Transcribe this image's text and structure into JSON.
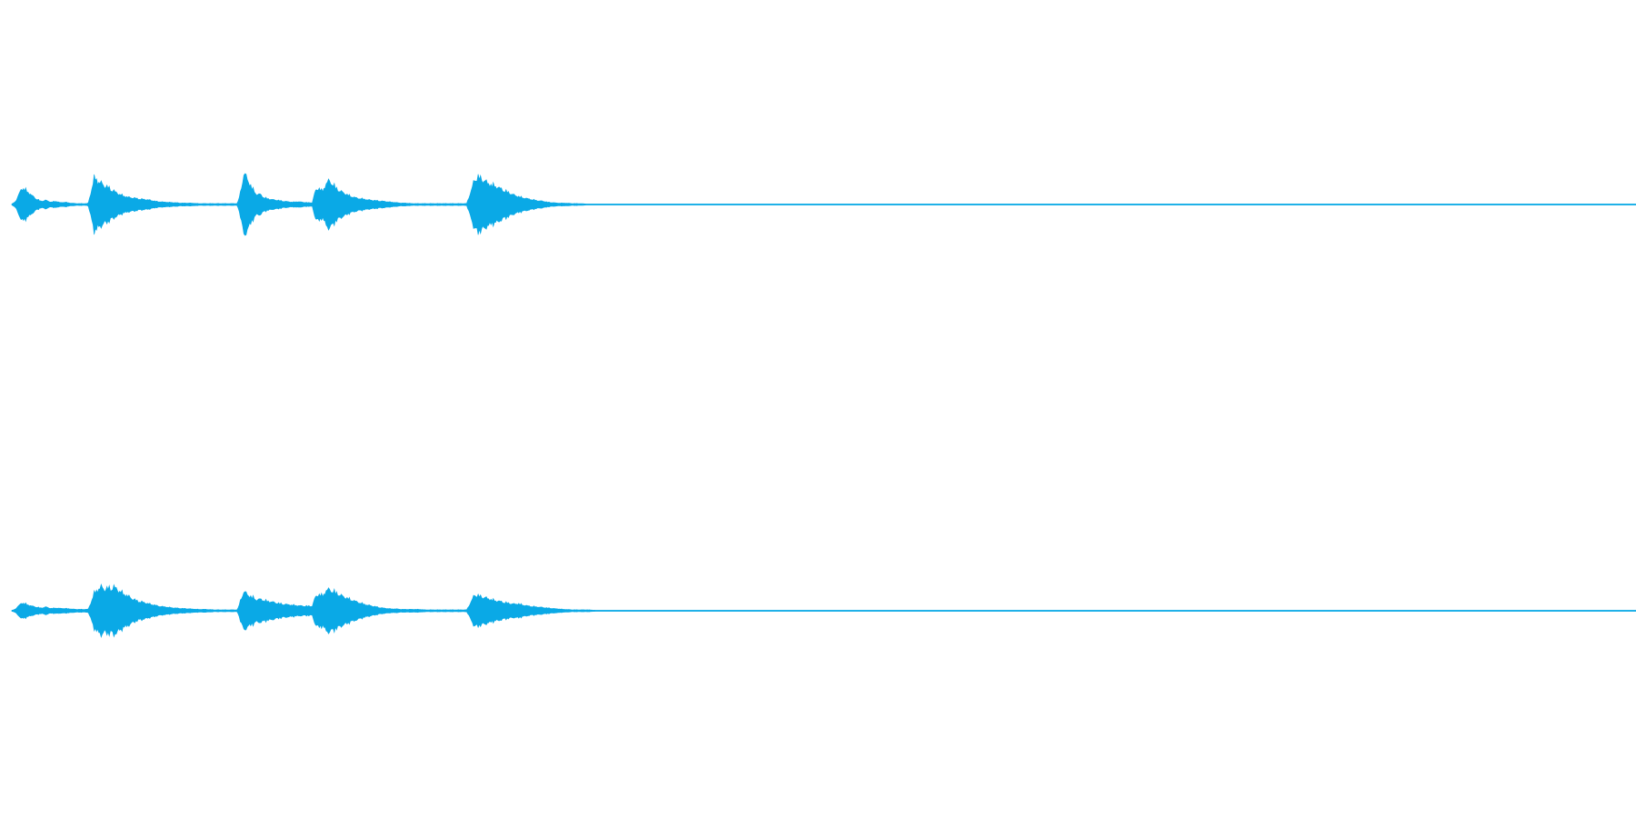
{
  "colors": {
    "background": "#ffffff",
    "waveform": "#0aa9e6"
  },
  "channels": [
    {
      "name": "channel-1",
      "peaks": [
        [
          0.0,
          0.0
        ],
        [
          0.003,
          0.1
        ],
        [
          0.006,
          0.35
        ],
        [
          0.009,
          0.3
        ],
        [
          0.012,
          0.2
        ],
        [
          0.015,
          0.12
        ],
        [
          0.018,
          0.07
        ],
        [
          0.021,
          0.09
        ],
        [
          0.024,
          0.05
        ],
        [
          0.027,
          0.07
        ],
        [
          0.03,
          0.04
        ],
        [
          0.033,
          0.05
        ],
        [
          0.036,
          0.03
        ],
        [
          0.04,
          0.02
        ],
        [
          0.044,
          0.02
        ],
        [
          0.047,
          0.02
        ],
        [
          0.049,
          0.3
        ],
        [
          0.051,
          0.6
        ],
        [
          0.053,
          0.48
        ],
        [
          0.055,
          0.45
        ],
        [
          0.057,
          0.4
        ],
        [
          0.06,
          0.35
        ],
        [
          0.063,
          0.28
        ],
        [
          0.066,
          0.22
        ],
        [
          0.069,
          0.18
        ],
        [
          0.072,
          0.15
        ],
        [
          0.075,
          0.14
        ],
        [
          0.078,
          0.12
        ],
        [
          0.081,
          0.11
        ],
        [
          0.084,
          0.1
        ],
        [
          0.087,
          0.08
        ],
        [
          0.09,
          0.06
        ],
        [
          0.095,
          0.05
        ],
        [
          0.1,
          0.04
        ],
        [
          0.105,
          0.03
        ],
        [
          0.11,
          0.03
        ],
        [
          0.115,
          0.02
        ],
        [
          0.12,
          0.02
        ],
        [
          0.125,
          0.02
        ],
        [
          0.13,
          0.02
        ],
        [
          0.135,
          0.02
        ],
        [
          0.139,
          0.02
        ],
        [
          0.141,
          0.3
        ],
        [
          0.143,
          0.65
        ],
        [
          0.145,
          0.55
        ],
        [
          0.147,
          0.4
        ],
        [
          0.149,
          0.3
        ],
        [
          0.151,
          0.2
        ],
        [
          0.153,
          0.22
        ],
        [
          0.155,
          0.15
        ],
        [
          0.158,
          0.12
        ],
        [
          0.161,
          0.1
        ],
        [
          0.164,
          0.09
        ],
        [
          0.167,
          0.07
        ],
        [
          0.17,
          0.06
        ],
        [
          0.173,
          0.05
        ],
        [
          0.176,
          0.06
        ],
        [
          0.179,
          0.05
        ],
        [
          0.182,
          0.04
        ],
        [
          0.185,
          0.04
        ],
        [
          0.187,
          0.3
        ],
        [
          0.189,
          0.35
        ],
        [
          0.191,
          0.28
        ],
        [
          0.193,
          0.4
        ],
        [
          0.195,
          0.5
        ],
        [
          0.197,
          0.45
        ],
        [
          0.199,
          0.38
        ],
        [
          0.201,
          0.3
        ],
        [
          0.204,
          0.25
        ],
        [
          0.207,
          0.2
        ],
        [
          0.21,
          0.16
        ],
        [
          0.213,
          0.13
        ],
        [
          0.216,
          0.12
        ],
        [
          0.219,
          0.1
        ],
        [
          0.222,
          0.09
        ],
        [
          0.225,
          0.08
        ],
        [
          0.228,
          0.07
        ],
        [
          0.231,
          0.06
        ],
        [
          0.234,
          0.05
        ],
        [
          0.237,
          0.04
        ],
        [
          0.24,
          0.03
        ],
        [
          0.243,
          0.03
        ],
        [
          0.246,
          0.02
        ],
        [
          0.25,
          0.02
        ],
        [
          0.255,
          0.02
        ],
        [
          0.26,
          0.02
        ],
        [
          0.265,
          0.02
        ],
        [
          0.27,
          0.02
        ],
        [
          0.275,
          0.02
        ],
        [
          0.28,
          0.02
        ],
        [
          0.283,
          0.3
        ],
        [
          0.285,
          0.55
        ],
        [
          0.287,
          0.58
        ],
        [
          0.289,
          0.55
        ],
        [
          0.291,
          0.5
        ],
        [
          0.293,
          0.45
        ],
        [
          0.295,
          0.42
        ],
        [
          0.297,
          0.4
        ],
        [
          0.3,
          0.35
        ],
        [
          0.303,
          0.3
        ],
        [
          0.306,
          0.25
        ],
        [
          0.309,
          0.2
        ],
        [
          0.312,
          0.17
        ],
        [
          0.315,
          0.14
        ],
        [
          0.318,
          0.12
        ],
        [
          0.321,
          0.1
        ],
        [
          0.324,
          0.08
        ],
        [
          0.327,
          0.07
        ],
        [
          0.33,
          0.05
        ],
        [
          0.333,
          0.04
        ],
        [
          0.336,
          0.03
        ],
        [
          0.34,
          0.03
        ],
        [
          0.345,
          0.02
        ],
        [
          0.35,
          0.02
        ],
        [
          0.355,
          0.01
        ],
        [
          0.36,
          0.01
        ],
        [
          0.37,
          0.01
        ],
        [
          0.38,
          0.0
        ],
        [
          1.0,
          0.0
        ]
      ]
    },
    {
      "name": "channel-2",
      "peaks": [
        [
          0.0,
          0.0
        ],
        [
          0.003,
          0.06
        ],
        [
          0.006,
          0.17
        ],
        [
          0.009,
          0.14
        ],
        [
          0.012,
          0.1
        ],
        [
          0.015,
          0.08
        ],
        [
          0.018,
          0.06
        ],
        [
          0.021,
          0.08
        ],
        [
          0.024,
          0.05
        ],
        [
          0.027,
          0.06
        ],
        [
          0.03,
          0.05
        ],
        [
          0.033,
          0.05
        ],
        [
          0.036,
          0.04
        ],
        [
          0.04,
          0.03
        ],
        [
          0.044,
          0.03
        ],
        [
          0.047,
          0.03
        ],
        [
          0.049,
          0.2
        ],
        [
          0.051,
          0.4
        ],
        [
          0.053,
          0.45
        ],
        [
          0.055,
          0.5
        ],
        [
          0.057,
          0.46
        ],
        [
          0.06,
          0.48
        ],
        [
          0.063,
          0.5
        ],
        [
          0.066,
          0.42
        ],
        [
          0.069,
          0.36
        ],
        [
          0.072,
          0.3
        ],
        [
          0.075,
          0.24
        ],
        [
          0.078,
          0.2
        ],
        [
          0.081,
          0.18
        ],
        [
          0.084,
          0.15
        ],
        [
          0.087,
          0.13
        ],
        [
          0.09,
          0.1
        ],
        [
          0.095,
          0.08
        ],
        [
          0.1,
          0.06
        ],
        [
          0.105,
          0.05
        ],
        [
          0.11,
          0.04
        ],
        [
          0.115,
          0.03
        ],
        [
          0.12,
          0.03
        ],
        [
          0.125,
          0.02
        ],
        [
          0.13,
          0.02
        ],
        [
          0.135,
          0.02
        ],
        [
          0.139,
          0.02
        ],
        [
          0.141,
          0.25
        ],
        [
          0.143,
          0.4
        ],
        [
          0.145,
          0.35
        ],
        [
          0.147,
          0.3
        ],
        [
          0.149,
          0.28
        ],
        [
          0.151,
          0.22
        ],
        [
          0.153,
          0.25
        ],
        [
          0.155,
          0.22
        ],
        [
          0.158,
          0.2
        ],
        [
          0.161,
          0.18
        ],
        [
          0.164,
          0.16
        ],
        [
          0.167,
          0.14
        ],
        [
          0.17,
          0.13
        ],
        [
          0.173,
          0.12
        ],
        [
          0.176,
          0.11
        ],
        [
          0.179,
          0.1
        ],
        [
          0.182,
          0.1
        ],
        [
          0.185,
          0.1
        ],
        [
          0.187,
          0.3
        ],
        [
          0.189,
          0.35
        ],
        [
          0.191,
          0.32
        ],
        [
          0.193,
          0.4
        ],
        [
          0.195,
          0.45
        ],
        [
          0.197,
          0.42
        ],
        [
          0.199,
          0.4
        ],
        [
          0.201,
          0.35
        ],
        [
          0.204,
          0.3
        ],
        [
          0.207,
          0.26
        ],
        [
          0.21,
          0.22
        ],
        [
          0.213,
          0.18
        ],
        [
          0.216,
          0.15
        ],
        [
          0.219,
          0.12
        ],
        [
          0.222,
          0.1
        ],
        [
          0.225,
          0.08
        ],
        [
          0.228,
          0.06
        ],
        [
          0.231,
          0.05
        ],
        [
          0.234,
          0.04
        ],
        [
          0.237,
          0.04
        ],
        [
          0.24,
          0.03
        ],
        [
          0.243,
          0.03
        ],
        [
          0.246,
          0.03
        ],
        [
          0.25,
          0.03
        ],
        [
          0.255,
          0.02
        ],
        [
          0.26,
          0.02
        ],
        [
          0.265,
          0.02
        ],
        [
          0.27,
          0.02
        ],
        [
          0.275,
          0.02
        ],
        [
          0.28,
          0.02
        ],
        [
          0.283,
          0.2
        ],
        [
          0.285,
          0.35
        ],
        [
          0.287,
          0.32
        ],
        [
          0.289,
          0.3
        ],
        [
          0.291,
          0.28
        ],
        [
          0.293,
          0.26
        ],
        [
          0.295,
          0.24
        ],
        [
          0.297,
          0.22
        ],
        [
          0.3,
          0.2
        ],
        [
          0.303,
          0.18
        ],
        [
          0.306,
          0.16
        ],
        [
          0.309,
          0.14
        ],
        [
          0.312,
          0.15
        ],
        [
          0.315,
          0.12
        ],
        [
          0.318,
          0.1
        ],
        [
          0.321,
          0.09
        ],
        [
          0.324,
          0.08
        ],
        [
          0.327,
          0.07
        ],
        [
          0.33,
          0.06
        ],
        [
          0.333,
          0.05
        ],
        [
          0.336,
          0.04
        ],
        [
          0.34,
          0.03
        ],
        [
          0.345,
          0.02
        ],
        [
          0.35,
          0.02
        ],
        [
          0.355,
          0.02
        ],
        [
          0.36,
          0.01
        ],
        [
          0.37,
          0.01
        ],
        [
          0.38,
          0.01
        ],
        [
          0.39,
          0.0
        ],
        [
          1.0,
          0.0
        ]
      ]
    }
  ]
}
